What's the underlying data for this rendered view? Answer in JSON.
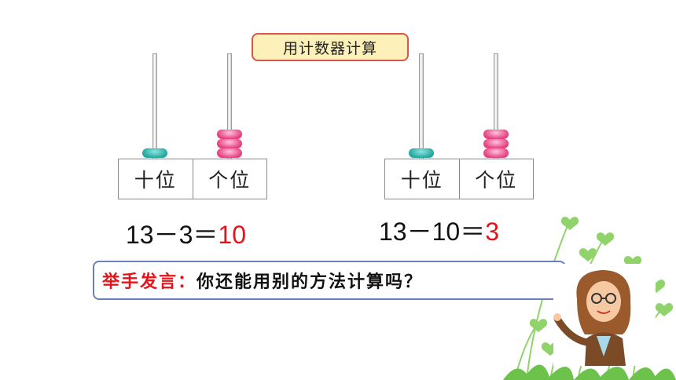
{
  "title": "用计数器计算",
  "place_labels": {
    "tens": "十位",
    "ones": "个位"
  },
  "abacus_left": {
    "tens_beads": 1,
    "ones_beads": 3
  },
  "abacus_right": {
    "tens_beads": 1,
    "ones_beads": 3
  },
  "equation_left": {
    "expression": "13－3＝",
    "answer": "10"
  },
  "equation_right": {
    "expression": "13－10＝",
    "answer": "3"
  },
  "prompt": {
    "label": "举手发言：",
    "question": "你还能用别的方法计算吗？"
  },
  "colors": {
    "accent_red": "#e8121a",
    "tens_bead": "#21a79f",
    "ones_bead": "#e6407f",
    "callout_border": "#6a7fc0",
    "title_bg": "#fdf0b8"
  }
}
